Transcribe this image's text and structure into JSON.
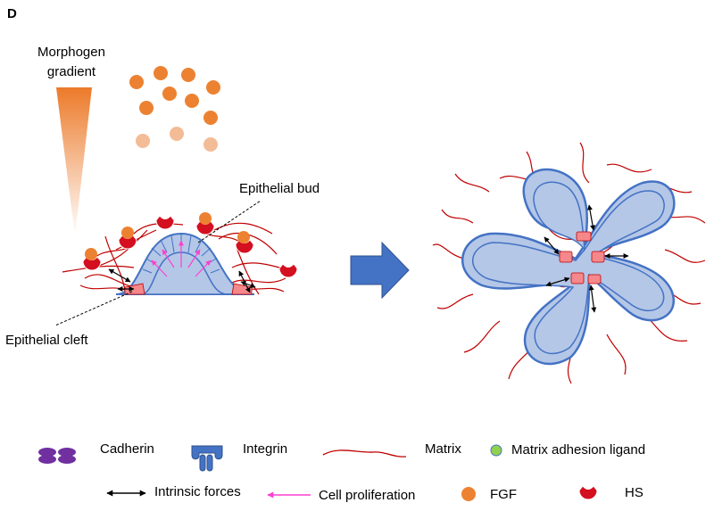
{
  "panel_letter": "D",
  "labels": {
    "morphogen_line1": "Morphogen",
    "morphogen_line2": "gradient",
    "epithelial_bud": "Epithelial bud",
    "epithelial_cleft": "Epithelial cleft"
  },
  "legend": {
    "cadherin": "Cadherin",
    "integrin": "Integrin",
    "matrix": "Matrix",
    "matrix_adhesion_ligand": "Matrix adhesion ligand",
    "intrinsic_forces": "Intrinsic forces",
    "cell_proliferation": "Cell proliferation",
    "fgf": "FGF",
    "hs": "HS"
  },
  "colors": {
    "fgf": "#ec8231",
    "fgf_light": "#f3bc96",
    "hs": "#d40f1f",
    "matrix": "#c00000",
    "epithelium_fill": "#b4c7e7",
    "epithelium_stroke": "#4472c4",
    "arrow_blue": "#4472c4",
    "proliferation": "#ff3fcf",
    "cadherin": "#7030a0",
    "ligand": "#92d050",
    "contact_pink": "#f4888b"
  },
  "icons": {
    "cadherin": "cadherin-icon",
    "integrin": "integrin-icon",
    "matrix": "matrix-line-icon",
    "ligand": "matrix-adhesion-ligand-icon",
    "force": "double-arrow-icon",
    "proliferation": "pink-arrow-icon",
    "fgf": "fgf-dot-icon",
    "hs": "hs-heparan-sulfate-icon",
    "transition": "block-arrow-right-icon"
  }
}
